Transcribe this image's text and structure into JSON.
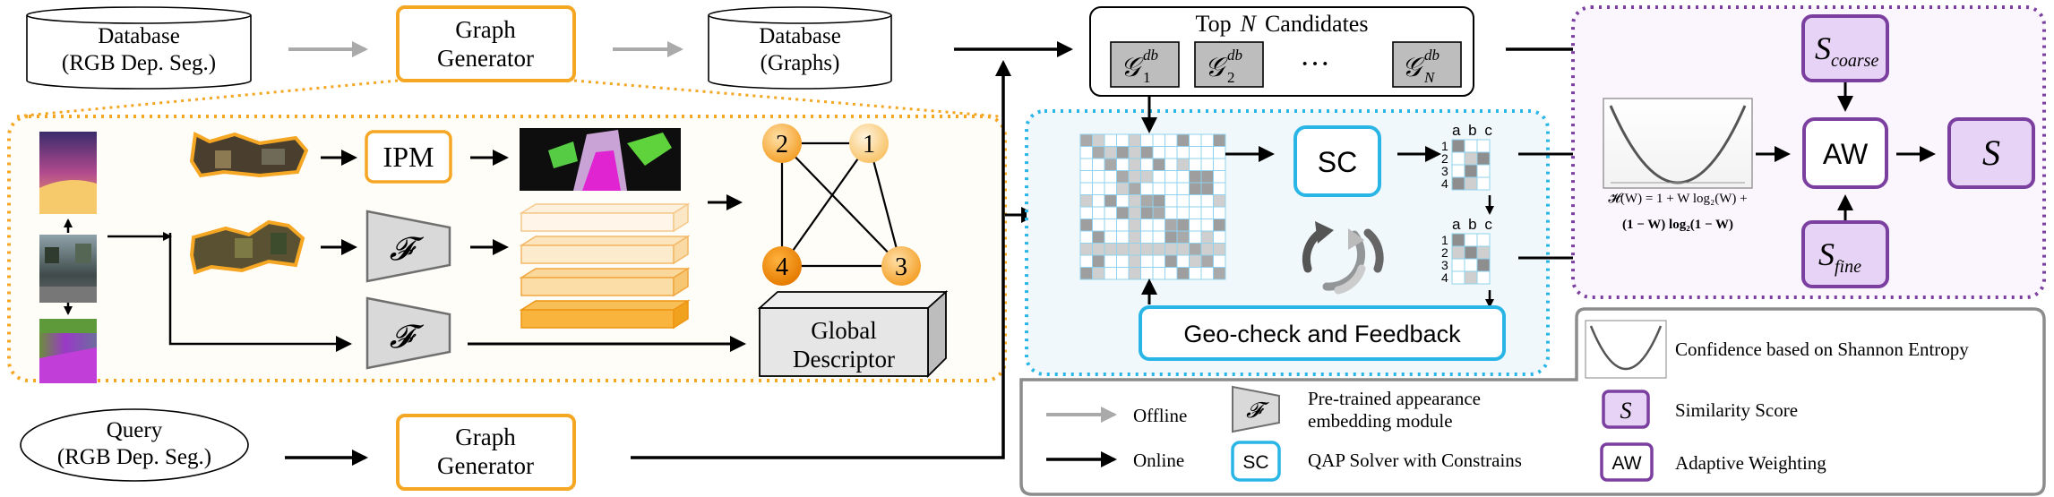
{
  "colors": {
    "orange": "#F5A623",
    "orange_dark": "#F08C00",
    "cyan": "#29B6E6",
    "purple": "#7B3FA0",
    "purple_fill": "#E7D3F5",
    "gray_arrow": "#AAAAAA",
    "legend_border": "#8C8C8C"
  },
  "top": {
    "database_rgb": [
      "Database",
      "(RGB Dep. Seg.)"
    ],
    "graph_generator": [
      "Graph",
      "Generator"
    ],
    "database_graphs": [
      "Database",
      "(Graphs)"
    ]
  },
  "candidates": {
    "title_pre": "Top",
    "title_var": "N",
    "title_post": "Candidates",
    "items": [
      {
        "base": "𝒢",
        "sup": "db",
        "sub": "1"
      },
      {
        "base": "𝒢",
        "sup": "db",
        "sub": "2"
      },
      {
        "base": "𝒢",
        "sup": "db",
        "sub": "N"
      }
    ],
    "ellipsis": "···"
  },
  "pipeline": {
    "ipm": "IPM",
    "f_symbol": "𝓕",
    "global_descriptor": [
      "Global",
      "Descriptor"
    ],
    "graph_nodes": [
      "2",
      "1",
      "4",
      "3"
    ]
  },
  "matching": {
    "sc": "SC",
    "matrix_cols": "a b c",
    "matrix_rows": [
      "1",
      "2",
      "3",
      "4"
    ],
    "geo_check": "Geo-check and Feedback"
  },
  "scoring": {
    "s_coarse_base": "S",
    "s_coarse_sub": "coarse",
    "aw": "AW",
    "s_final": "S",
    "s_fine_base": "S",
    "s_fine_sub": "fine",
    "entropy_line1": "𝓗(W) = 1 + W log₂(W) +",
    "entropy_line2": "(1 − W) log₂(1 − W)"
  },
  "query": {
    "query_label": [
      "Query",
      "(RGB Dep. Seg.)"
    ],
    "graph_generator": [
      "Graph",
      "Generator"
    ]
  },
  "legend": {
    "entropy": "Confidence based on Shannon Entropy",
    "offline": "Offline",
    "online": "Online",
    "f_symbol": "𝓕",
    "pretrained": [
      "Pre-trained appearance",
      "embedding module"
    ],
    "sc_box": "SC",
    "qap": "QAP Solver with Constrains",
    "s_box": "S",
    "similarity": "Similarity Score",
    "aw_box": "AW",
    "adaptive": "Adaptive Weighting"
  }
}
